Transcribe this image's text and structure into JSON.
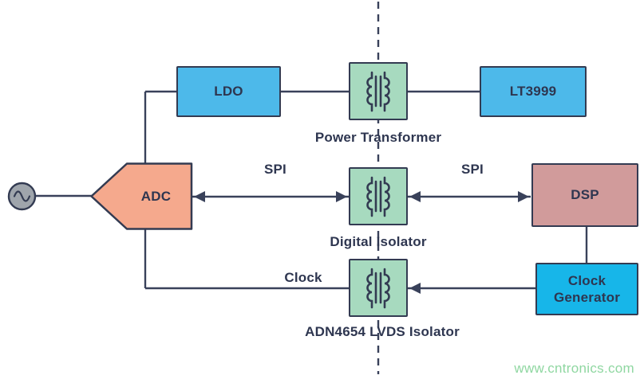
{
  "blocks": {
    "ldo": {
      "label": "LDO"
    },
    "lt3999": {
      "label": "LT3999"
    },
    "adc": {
      "label": "ADC"
    },
    "dsp": {
      "label": "DSP"
    },
    "clock_generator": {
      "label": "Clock Generator"
    }
  },
  "captions": {
    "power_transformer": "Power Transformer",
    "digital_isolator": "Digital Isolator",
    "lvds_isolator": "ADN4654 LVDS Isolator"
  },
  "signals": {
    "spi_left": "SPI",
    "spi_right": "SPI",
    "clock": "Clock"
  },
  "icons": {
    "source": "sine-wave-source-icon",
    "transformer": "transformer-coils-icon",
    "isolation_barrier": "dashed-isolation-line"
  },
  "colors": {
    "wire": "#39415a",
    "block_border": "#333b52",
    "text": "#2e3650",
    "blue_block": "#4db9ea",
    "cyan_block": "#17b6e9",
    "green_block": "#a7dabf",
    "salmon_block": "#f5a98d",
    "rose_block": "#d19b9b",
    "source_gray": "#9fa5ac",
    "watermark_green": "#8fd7a1"
  },
  "watermark": "www.cntronics.com"
}
